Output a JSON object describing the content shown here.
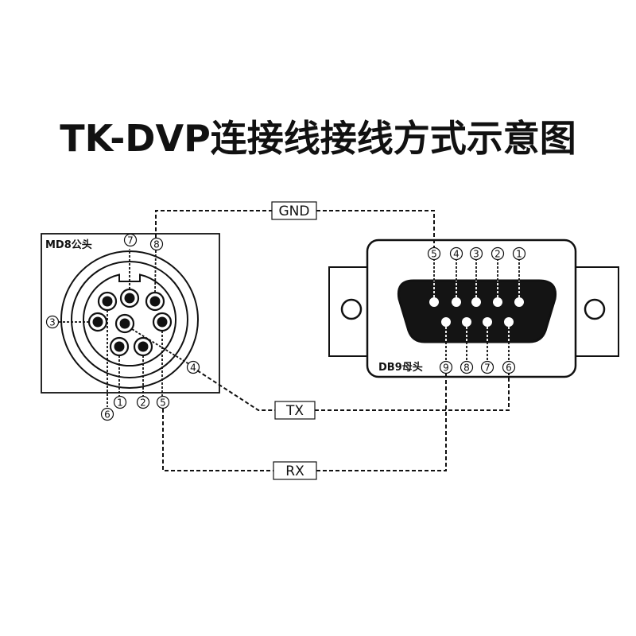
{
  "title": "TK-DVP连接线接线方式示意图",
  "md8": {
    "label": "MD8公头",
    "pins": [
      "1",
      "2",
      "3",
      "4",
      "5",
      "6",
      "7",
      "8"
    ]
  },
  "db9": {
    "label": "DB9母头",
    "pins": [
      "1",
      "2",
      "3",
      "4",
      "5",
      "6",
      "7",
      "8",
      "9"
    ]
  },
  "signals": {
    "gnd": "GND",
    "tx": "TX",
    "rx": "RX"
  },
  "circled": {
    "1": "①",
    "2": "②",
    "3": "③",
    "4": "④",
    "5": "⑤",
    "6": "⑥",
    "7": "⑦",
    "8": "⑧",
    "9": "⑨"
  }
}
